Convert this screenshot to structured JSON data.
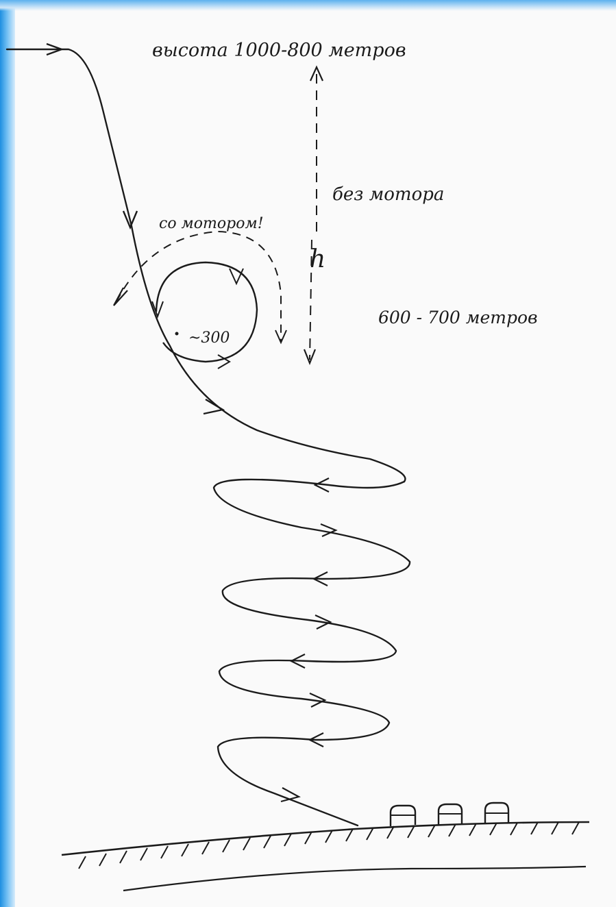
{
  "annotations": {
    "top_label": "высота 1000-800 метров",
    "no_engine": "без мотора",
    "with_engine": "со мотором!",
    "h_mark": "h",
    "mid_altitude": "600 - 700 метров",
    "circle_value": "~300"
  }
}
